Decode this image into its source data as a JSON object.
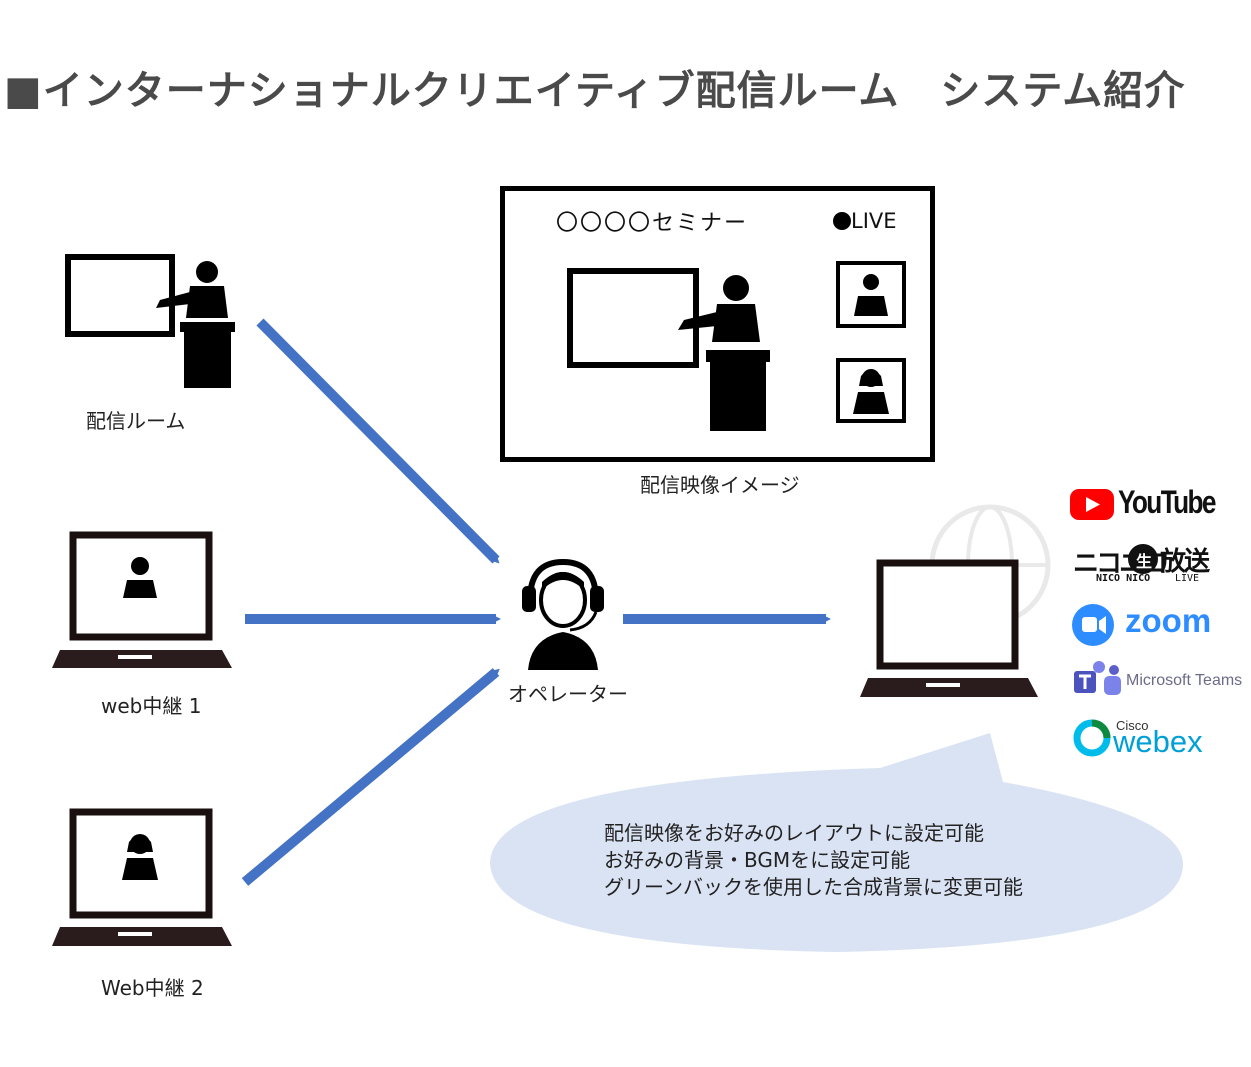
{
  "title": "■インターナショナルクリエイティブ配信ルーム　システム紹介",
  "sources": {
    "room_label": "配信ルーム",
    "web1_label": "web中継 1",
    "web2_label": "Web中継 2"
  },
  "operator_label": "オペレーター",
  "broadcast_image": {
    "caption": "配信映像イメージ",
    "seminar_title": "〇〇〇〇セミナー",
    "live_badge": "LIVE"
  },
  "platforms": {
    "youtube": "YouTube",
    "niconico": "ニコニコ",
    "niconico_sub": "NICO NICO",
    "niconico_live": "LIVE",
    "niconico_kanji": "放送",
    "zoom": "zoom",
    "teams": "Microsoft Teams",
    "webex_top": "Cisco",
    "webex": "webex"
  },
  "features": [
    "配信映像をお好みのレイアウトに設定可能",
    "お好みの背景・BGMをに設定可能",
    "グリーンバックを使用した合成背景に変更可能"
  ],
  "colors": {
    "arrow": "#4472c4",
    "bubble": "#dae3f3",
    "youtube_red": "#ff0000",
    "zoom_blue": "#2d8cff",
    "teams_purple": "#5b5fc7",
    "webex_green": "#00bceb"
  }
}
